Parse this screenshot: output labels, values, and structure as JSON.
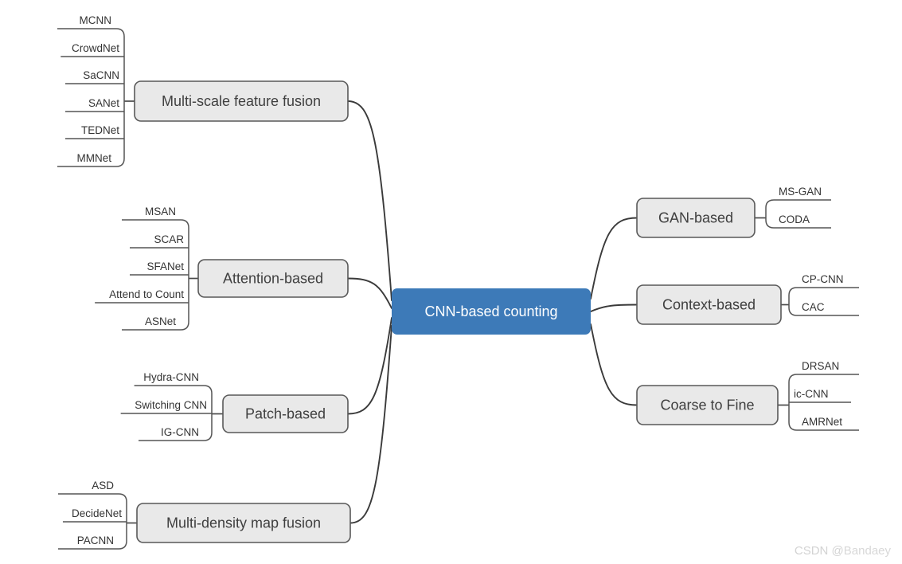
{
  "diagram": {
    "type": "mindmap",
    "title": "CNN-based counting taxonomy",
    "root": {
      "label": "CNN-based counting",
      "fill": "#3d7ab8",
      "text_color": "#ffffff"
    },
    "branch_style": {
      "fill": "#e9e9e9",
      "border": "#595959",
      "text_color": "#3f3f3f"
    },
    "branches": [
      {
        "label": "Multi-scale feature fusion",
        "side": "left",
        "leaves": [
          "MCNN",
          "CrowdNet",
          "SaCNN",
          "SANet",
          "TEDNet",
          "MMNet"
        ]
      },
      {
        "label": "Attention-based",
        "side": "left",
        "leaves": [
          "MSAN",
          "SCAR",
          "SFANet",
          "Attend to Count",
          "ASNet"
        ]
      },
      {
        "label": "Patch-based",
        "side": "left",
        "leaves": [
          "Hydra-CNN",
          "Switching CNN",
          "IG-CNN"
        ]
      },
      {
        "label": "Multi-density map fusion",
        "side": "left",
        "leaves": [
          "ASD",
          "DecideNet",
          "PACNN"
        ]
      },
      {
        "label": "GAN-based",
        "side": "right",
        "leaves": [
          "MS-GAN",
          "CODA"
        ]
      },
      {
        "label": "Context-based",
        "side": "right",
        "leaves": [
          "CP-CNN",
          "CAC"
        ]
      },
      {
        "label": "Coarse to Fine",
        "side": "right",
        "leaves": [
          "DRSAN",
          "ic-CNN",
          "AMRNet"
        ]
      }
    ]
  },
  "watermark": {
    "prefix": "CSDN @",
    "user": "Bandaey"
  }
}
